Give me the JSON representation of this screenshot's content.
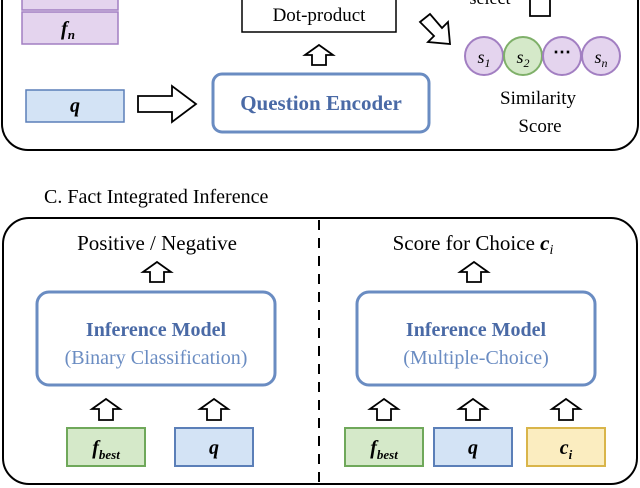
{
  "top_panel": {
    "fact_n_label": "f",
    "fact_n_sub": "n",
    "dot_product_label": "Dot-product",
    "select_label": "select",
    "question_label": "q",
    "encoder_label": "Question Encoder",
    "scores": [
      {
        "base": "s",
        "sub": "1",
        "color": "#e4d4ee",
        "stroke": "#a27fc2"
      },
      {
        "base": "s",
        "sub": "2",
        "color": "#d5e9c9",
        "stroke": "#7fb069"
      },
      {
        "base": "⋯",
        "sub": "",
        "color": "#e4d4ee",
        "stroke": "#a27fc2"
      },
      {
        "base": "s",
        "sub": "n",
        "color": "#e4d4ee",
        "stroke": "#a27fc2"
      }
    ],
    "similarity_line1": "Similarity",
    "similarity_line2": "Score"
  },
  "section_c_title": "C. Fact Integrated Inference",
  "left_half": {
    "output_label": "Positive / Negative",
    "model_title": "Inference Model",
    "model_subtitle": "(Binary Classification)",
    "inputs": [
      {
        "base": "f",
        "sub": "best",
        "kind": "fact"
      },
      {
        "base": "q",
        "sub": "",
        "kind": "question"
      }
    ]
  },
  "right_half": {
    "output_text": "Score for Choice ",
    "output_var": "c",
    "output_sub": "i",
    "model_title": "Inference Model",
    "model_subtitle": "(Multiple-Choice)",
    "inputs": [
      {
        "base": "f",
        "sub": "best",
        "kind": "fact"
      },
      {
        "base": "q",
        "sub": "",
        "kind": "question"
      },
      {
        "base": "c",
        "sub": "i",
        "kind": "choice"
      }
    ]
  },
  "colors": {
    "fact_fill": "#d5e9c9",
    "fact_stroke": "#6fa85a",
    "question_fill": "#d3e3f5",
    "question_stroke": "#5b7fb8",
    "choice_fill": "#fbedc0",
    "choice_stroke": "#d9b54a",
    "purple_fill": "#e4d4ee",
    "purple_stroke": "#a27fc2",
    "model_stroke": "#6a8cc2",
    "model_text": "#4a6aa6",
    "subtitle_text": "#6a8cc2"
  }
}
